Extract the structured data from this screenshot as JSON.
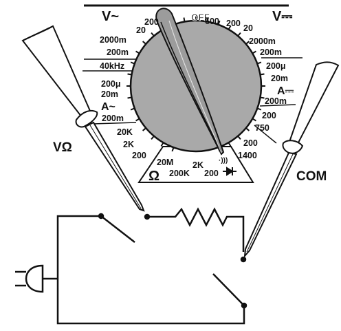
{
  "dial": {
    "sections": {
      "ac_voltage": "V~",
      "dc_voltage": "V⎓",
      "ohm": "Ω",
      "dc_current": "A⎓",
      "ac_current": "A~"
    },
    "off_label": "OFF",
    "ranges": {
      "v600": "600",
      "v200_top": "200",
      "v20_top": "20",
      "v200_top_left": "200",
      "v20_top_left": "20",
      "v2000m_left": "2000m",
      "v200m_left": "200m",
      "khz": "40kHz",
      "ac200u": "200μ",
      "ac20m": "20m",
      "ac200m": "200m",
      "dc_v2000m": "2000m",
      "dc_v200m": "200m",
      "dc_a200u": "200μ",
      "dc_a20m": "20m",
      "dc_a200m": "200m",
      "v200_right": "200",
      "v750": "750",
      "v200_right2": "200",
      "v1400": "1400",
      "ohm20k": "20K",
      "ohm2k_left": "2K",
      "ohm200_left": "200",
      "ohm20m": "20M",
      "ohm200k": "200K",
      "ohm2k": "2K",
      "ohm200": "200",
      "continuity": "·)))"
    }
  },
  "probes": {
    "red_label": "VΩ",
    "black_label": "COM"
  }
}
